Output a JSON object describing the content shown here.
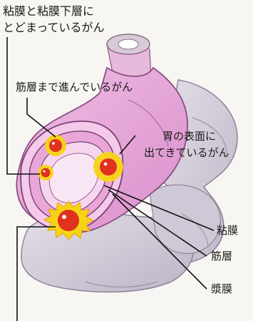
{
  "labels": {
    "mucosa_cancer_line1": "粘膜と粘膜下層に",
    "mucosa_cancer_line2": "とどまっているがん",
    "muscle_cancer": "筋層まで進んでいるがん",
    "surface_cancer_line1": "胃の表面に",
    "surface_cancer_line2": "出てきているがん",
    "layer_mucosa": "粘膜",
    "layer_muscle": "筋層",
    "layer_serosa": "漿膜"
  },
  "colors": {
    "stomach_fill": "#e9a6d9",
    "stomach_outer": "#c9a3c9",
    "organ_background": "#d8d2dd",
    "tumor_core": "#e0301e",
    "tumor_halo": "#f7d316",
    "leader_line": "#111111"
  }
}
